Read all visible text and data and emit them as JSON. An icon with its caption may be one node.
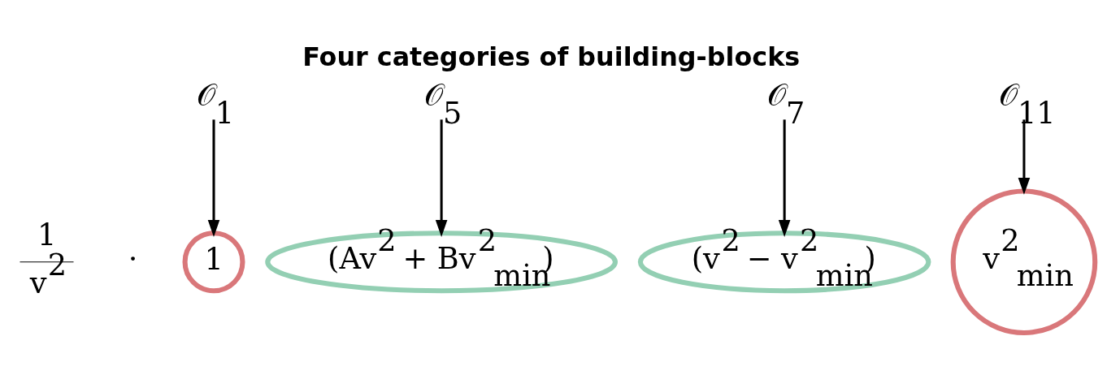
{
  "diagram": {
    "title": "Four categories of building-blocks",
    "nodes": [
      {
        "text": [
          "𝒪$_{1}$"
        ]
      },
      {
        "text": [
          "𝒪$_{5}$"
        ]
      },
      {
        "text": [
          "𝒪$_{7}$"
        ]
      },
      {
        "text": [
          "𝒪$_{11}$"
        ]
      },
      {
        "text": [
          "1"
        ]
      },
      {
        "text": [
          "(Av$^{2}$ + Bv$^{2}$$_{min}$)"
        ]
      },
      {
        "text": [
          "(v$^{2}$ − v$^{2}$$_{min}$)"
        ]
      },
      {
        "text": [
          "v$^{2}$$_{min}$"
        ]
      }
    ],
    "edges": [
      {
        "from": 0,
        "to": 4,
        "arrow": "to"
      },
      {
        "from": 1,
        "to": 5,
        "arrow": "to"
      },
      {
        "from": 2,
        "to": 6,
        "arrow": "to"
      },
      {
        "from": 3,
        "to": 7,
        "arrow": "to"
      }
    ],
    "labels": [
      "1",
      "v$^{2}$",
      "·"
    ]
  }
}
